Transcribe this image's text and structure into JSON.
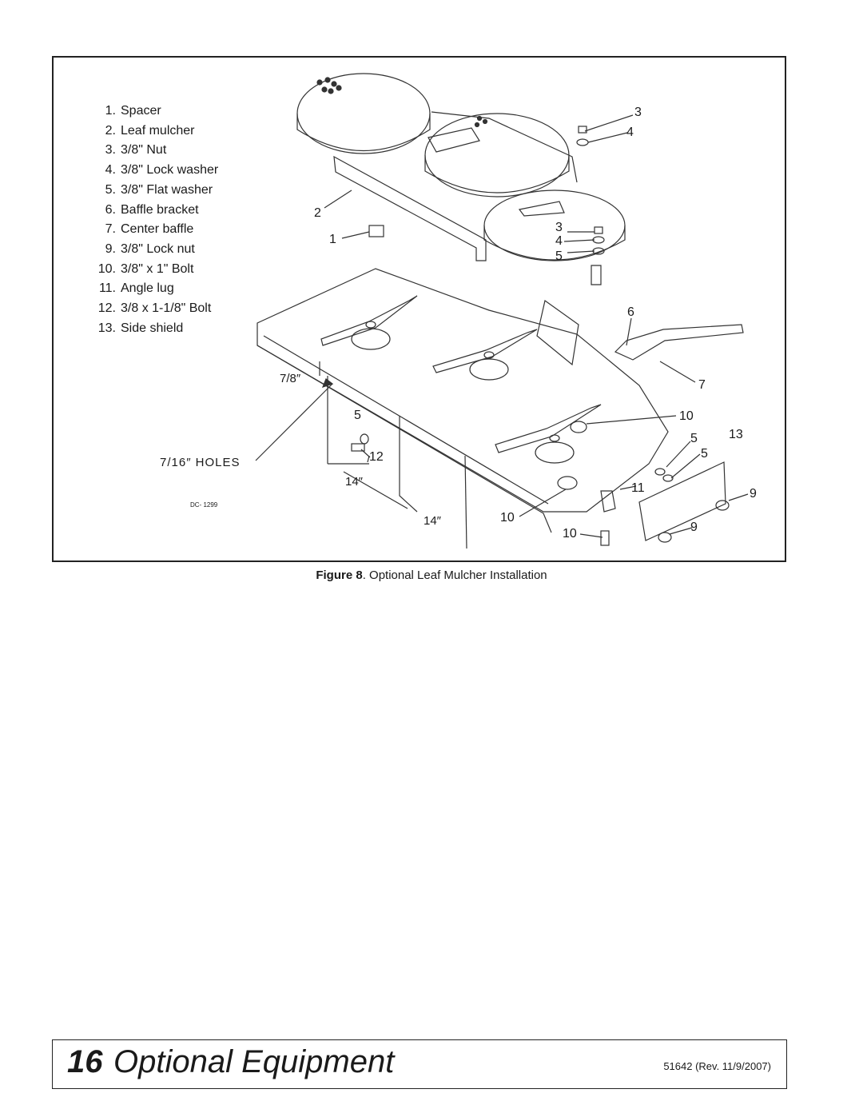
{
  "figure": {
    "parts": [
      {
        "num": "1.",
        "label": "Spacer"
      },
      {
        "num": "2.",
        "label": "Leaf mulcher"
      },
      {
        "num": "3.",
        "label": "3/8\" Nut"
      },
      {
        "num": "4.",
        "label": "3/8\" Lock washer"
      },
      {
        "num": "5.",
        "label": "3/8\" Flat washer"
      },
      {
        "num": "6.",
        "label": "Baffle bracket"
      },
      {
        "num": "7.",
        "label": "Center baffle"
      },
      {
        "num": "9.",
        "label": "3/8\" Lock nut"
      },
      {
        "num": "10.",
        "label": "3/8\" x 1\" Bolt"
      },
      {
        "num": "11.",
        "label": "Angle lug"
      },
      {
        "num": "12.",
        "label": "3/8 x 1-1/8\" Bolt"
      },
      {
        "num": "13.",
        "label": "Side shield"
      }
    ],
    "callouts": {
      "c3a": "3",
      "c4a": "4",
      "c2": "2",
      "c1": "1",
      "c3b": "3",
      "c4b": "4",
      "c5b": "5",
      "c6": "6",
      "c7": "7",
      "c10a": "10",
      "c5c": "5",
      "c13": "13",
      "c5d": "5",
      "c5e": "5",
      "c12": "12",
      "c9a": "9",
      "c11": "11",
      "c10b": "10",
      "c9b": "9",
      "c10c": "10"
    },
    "dimensions": {
      "d78": "7/8″",
      "holes": "7/16″ HOLES",
      "d14a": "14″",
      "d14b": "14″",
      "drawing_id": "DC- 1299"
    },
    "caption_prefix": "Figure 8",
    "caption_text": ". Optional Leaf Mulcher Installation"
  },
  "footer": {
    "page_number": "16",
    "section_title": "Optional Equipment",
    "revision": "51642 (Rev. 11/9/2007)"
  }
}
